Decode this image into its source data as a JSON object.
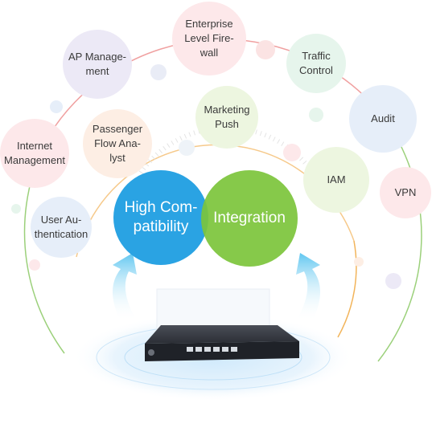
{
  "features": {
    "enterprise_firewall": "Enterprise Level Fire-wall",
    "ap_management": "AP Manage-ment",
    "traffic_control": "Traffic Control",
    "audit": "Audit",
    "marketing_push": "Marketing Push",
    "internet_management": "Internet Management",
    "passenger_flow": "Passenger Flow Ana-lyst",
    "iam": "IAM",
    "vpn": "VPN",
    "user_authentication": "User Au-thentication"
  },
  "core": {
    "high_compatibility": "High Com-patibility",
    "integration": "Integration"
  },
  "colors": {
    "blue": "#2aa3e3",
    "green": "#7cc43b",
    "pink": "#fde8ea",
    "lavender": "#ece9f6",
    "mint": "#e6f5ec",
    "peach": "#fdeee4",
    "light_blue": "#e6eef9",
    "light_green": "#edf6e0"
  }
}
